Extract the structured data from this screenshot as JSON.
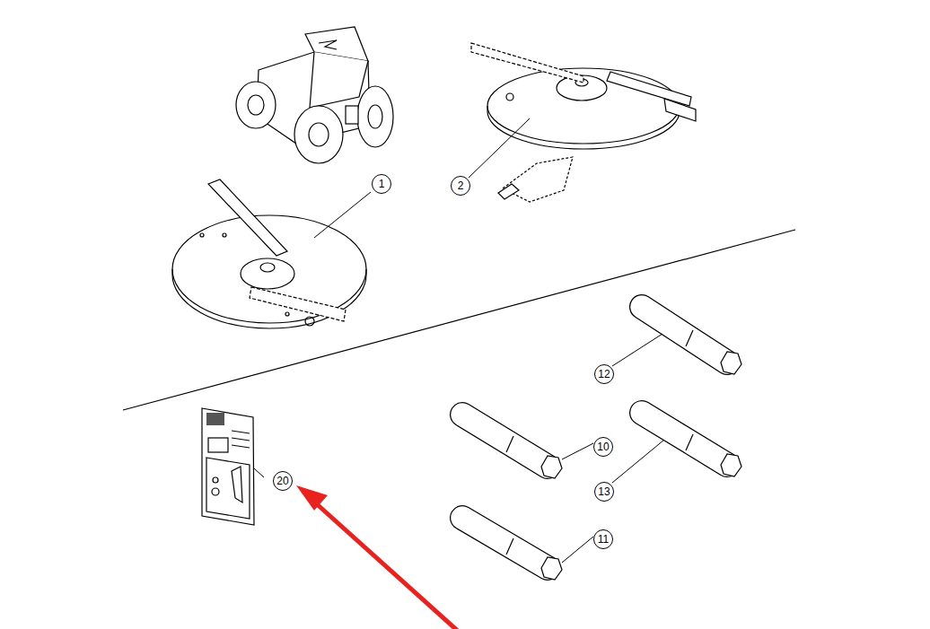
{
  "diagram": {
    "labels": [
      "1",
      "2",
      "12",
      "10",
      "20",
      "13",
      "11"
    ]
  }
}
